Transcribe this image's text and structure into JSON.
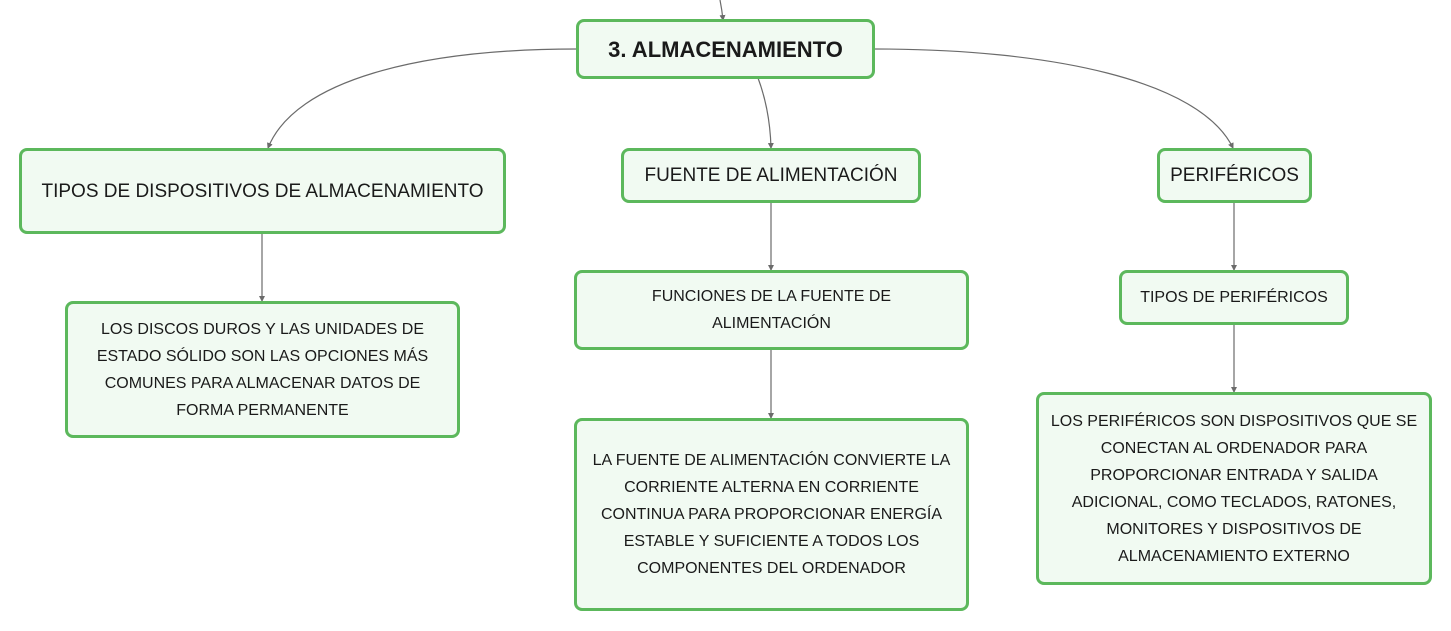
{
  "diagram": {
    "root": {
      "label": "3. ALMACENAMIENTO"
    },
    "branches": [
      {
        "label": "TIPOS DE DISPOSITIVOS DE ALMACENAMIENTO",
        "children": [
          {
            "label": "LOS DISCOS DUROS Y LAS UNIDADES DE ESTADO SÓLIDO SON LAS OPCIONES MÁS COMUNES PARA ALMACENAR DATOS DE FORMA PERMANENTE"
          }
        ]
      },
      {
        "label": "FUENTE DE ALIMENTACIÓN",
        "children": [
          {
            "label": "FUNCIONES DE LA FUENTE DE ALIMENTACIÓN",
            "children": [
              {
                "label": "LA FUENTE DE ALIMENTACIÓN CONVIERTE LA CORRIENTE ALTERNA EN CORRIENTE CONTINUA PARA PROPORCIONAR ENERGÍA ESTABLE Y SUFICIENTE A TODOS LOS COMPONENTES DEL ORDENADOR"
              }
            ]
          }
        ]
      },
      {
        "label": "PERIFÉRICOS",
        "children": [
          {
            "label": "TIPOS DE PERIFÉRICOS",
            "children": [
              {
                "label": "LOS PERIFÉRICOS SON DISPOSITIVOS QUE SE CONECTAN AL ORDENADOR PARA PROPORCIONAR ENTRADA Y SALIDA ADICIONAL, COMO TECLADOS, RATONES, MONITORES Y DISPOSITIVOS DE ALMACENAMIENTO EXTERNO"
              }
            ]
          }
        ]
      }
    ],
    "colors": {
      "node_border": "#5cb85c",
      "node_fill": "#f1faf2",
      "connector": "#6b6b6b",
      "text": "#1a1a1a"
    }
  }
}
